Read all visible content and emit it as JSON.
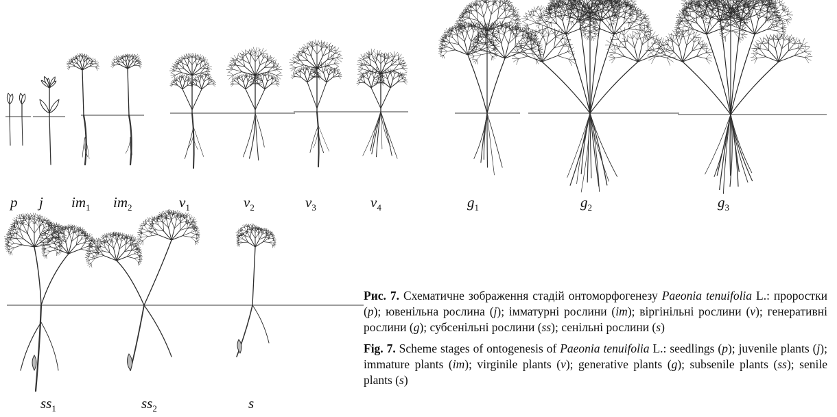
{
  "figure": {
    "stage_labels": [
      {
        "id": "p",
        "base": "p",
        "sub": ""
      },
      {
        "id": "j",
        "base": "j",
        "sub": ""
      },
      {
        "id": "im1",
        "base": "im",
        "sub": "1"
      },
      {
        "id": "im2",
        "base": "im",
        "sub": "2"
      },
      {
        "id": "v1",
        "base": "v",
        "sub": "1"
      },
      {
        "id": "v2",
        "base": "v",
        "sub": "2"
      },
      {
        "id": "v3",
        "base": "v",
        "sub": "3"
      },
      {
        "id": "v4",
        "base": "v",
        "sub": "4"
      },
      {
        "id": "g1",
        "base": "g",
        "sub": "1"
      },
      {
        "id": "g2",
        "base": "g",
        "sub": "2"
      },
      {
        "id": "g3",
        "base": "g",
        "sub": "3"
      },
      {
        "id": "ss1",
        "base": "ss",
        "sub": "1"
      },
      {
        "id": "ss2",
        "base": "ss",
        "sub": "2"
      },
      {
        "id": "s",
        "base": "s",
        "sub": ""
      }
    ]
  },
  "caption": {
    "ua": {
      "prefix": "Рис. 7.",
      "text_1": " Схематичне зображення стадій онтоморфогенезу ",
      "species": "Paeonia tenuifolia",
      "text_2": " L.: проростки (",
      "p": "p",
      "text_3": "); ювенільна рослина (",
      "j": "j",
      "text_4": "); імматурні рослини (",
      "im": "im",
      "text_5": "); віргінільні рослини (",
      "v": "v",
      "text_6": "); генеративні рослини (",
      "g": "g",
      "text_7": "); субсенільні рослини (",
      "ss": "ss",
      "text_8": "); сенільні рослини (",
      "s": "s",
      "text_9": ")"
    },
    "en": {
      "prefix": "Fig. 7.",
      "text_1": " Scheme stages of ontogenesis of ",
      "species": "Paeonia tenuifolia",
      "text_2": " L.: seedlings (",
      "p": "p",
      "text_3": "); juvenile plants (",
      "j": "j",
      "text_4": "); immature plants (",
      "im": "im",
      "text_5": "); virginile plants (",
      "v": "v",
      "text_6": "); generative plants (",
      "g": "g",
      "text_7": "); subsenile plants (",
      "ss": "ss",
      "text_8": "); senile plants (",
      "s": "s",
      "text_9": ")"
    }
  }
}
